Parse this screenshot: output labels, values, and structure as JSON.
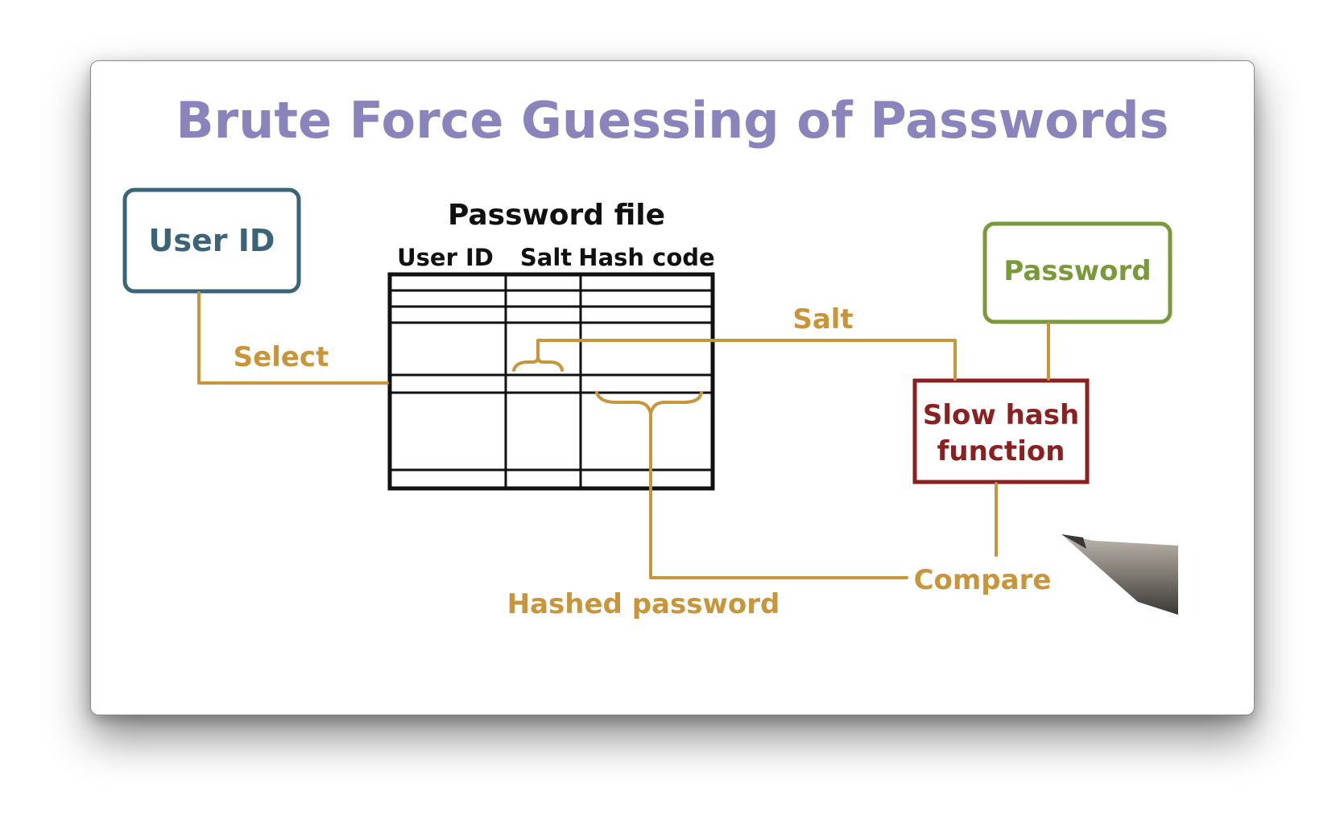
{
  "title": "Brute Force Guessing of Passwords",
  "user_id_box": {
    "label": "User ID"
  },
  "password_box": {
    "label": "Password"
  },
  "hash_box": {
    "line1": "Slow hash",
    "line2": "function"
  },
  "password_file": {
    "title": "Password file",
    "columns": [
      "User ID",
      "Salt",
      "Hash code"
    ]
  },
  "labels": {
    "select": "Select",
    "salt": "Salt",
    "hashed_password": "Hashed password",
    "compare": "Compare"
  },
  "colors": {
    "title": "#8a84bc",
    "user_id_box": "#3b6478",
    "password_box": "#7a9a3a",
    "hash_box": "#8a2020",
    "connector": "#c9953a",
    "table": "#111111"
  }
}
